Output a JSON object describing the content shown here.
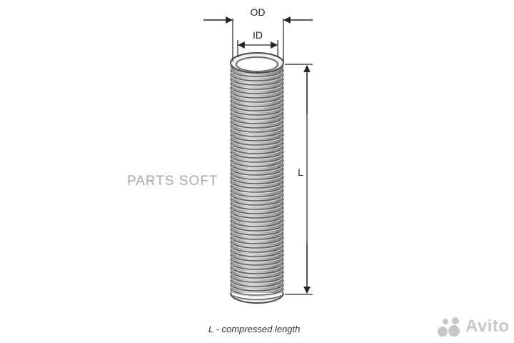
{
  "labels": {
    "outer_diameter": "OD",
    "inner_diameter": "ID",
    "length": "L"
  },
  "watermark_text": "PARTS SOFT",
  "caption": "L - compressed length",
  "brand": {
    "name": "Avito",
    "logo_icon": "avito-dots-icon"
  },
  "colors": {
    "line": "#222222",
    "coil_dark": "#5e5e5e",
    "coil_light": "#d2d2d2",
    "watermark": "#a9a9a9",
    "brand": "#c8c8c8"
  }
}
